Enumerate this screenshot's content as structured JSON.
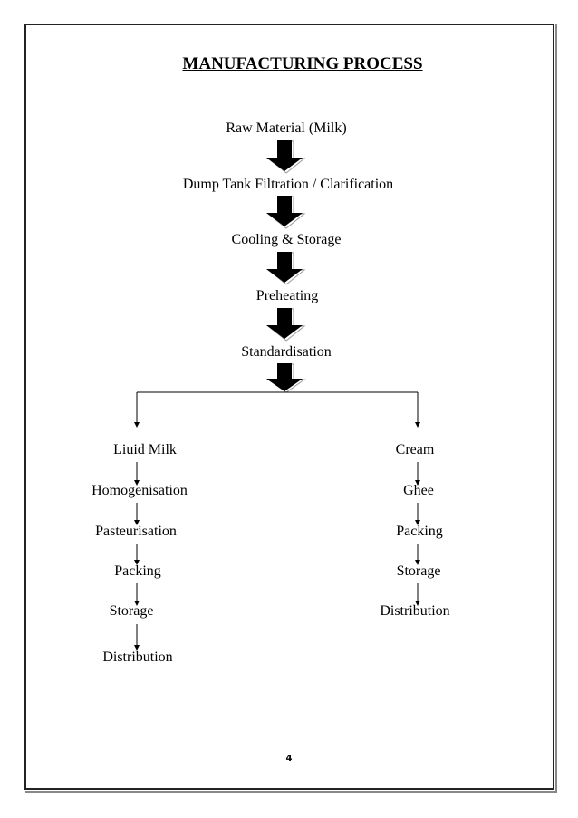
{
  "title": "MANUFACTURING PROCESS",
  "main_flow": [
    "Raw Material (Milk)",
    "Dump Tank Filtration / Clarification",
    "Cooling & Storage",
    "Preheating",
    "Standardisation"
  ],
  "left_branch": [
    "Liuid Milk",
    "Homogenisation",
    "Pasteurisation",
    "Packing",
    "Storage",
    "Distribution"
  ],
  "right_branch": [
    "Cream",
    "Ghee",
    "Packing",
    "Storage",
    "Distribution"
  ],
  "page_number": "4"
}
